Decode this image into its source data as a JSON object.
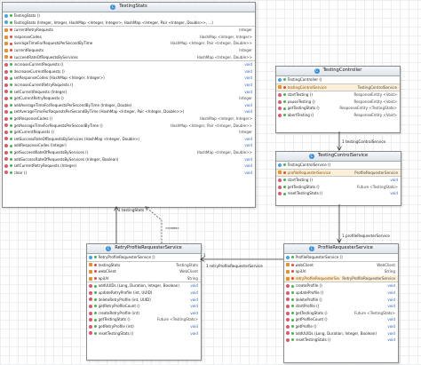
{
  "classes": {
    "testing_stats": {
      "title": "TestingStats",
      "fields": [
        {
          "name": "currentRetryRequests",
          "type": "Integer",
          "kind": "field",
          "vis": "priv"
        },
        {
          "name": "responseCodes",
          "type": "HashMap <Integer, Integer>",
          "kind": "field",
          "vis": "priv"
        },
        {
          "name": "averageTimeForRequestsPerSecondByTime",
          "type": "HashMap <Integer, Pair <Integer, Double>>",
          "kind": "field",
          "vis": "priv"
        },
        {
          "name": "currentRequests",
          "type": "Integer",
          "kind": "field",
          "vis": "priv"
        },
        {
          "name": "succeedRateOfRequestsByServices",
          "type": "HashMap <Integer, Double>>",
          "kind": "field",
          "vis": "priv"
        }
      ],
      "constructors": [
        {
          "name": "TestingStats ()",
          "type": "",
          "kind": "ctor",
          "vis": "pub"
        },
        {
          "name": "TestingStats (Integer, Integer, HashMap <Integer, Integer>, HashMap <Integer, Pair <Integer, Double>>, ...)",
          "type": "",
          "kind": "ctor",
          "vis": "pub"
        }
      ],
      "methods": [
        {
          "name": "increaseCurrentRequests ()",
          "type": "void"
        },
        {
          "name": "decreaseCurrentRequests ()",
          "type": "void"
        },
        {
          "name": "setResponseCodes (HashMap <Integer, Integer>)",
          "type": "void"
        },
        {
          "name": "increaseCurrentRetryRequests ()",
          "type": "void"
        },
        {
          "name": "setCurrentRequests (Integer)",
          "type": "void"
        },
        {
          "name": "getCurrentRetryRequests ()",
          "type": "Integer"
        },
        {
          "name": "addAverageTimeForRequestsPerSecondByTime (Integer, Double)",
          "type": "void"
        },
        {
          "name": "setAverageTimeForRequestsPerSecondByTime (HashMap <Integer, Pair <Integer, Double>>)",
          "type": "void"
        },
        {
          "name": "getResponseCodes ()",
          "type": "HashMap <Integer, Integer>"
        },
        {
          "name": "getAverageTimeForRequestsPerSecondByTime ()",
          "type": "HashMap <Integer, Pair <Integer, Double>>"
        },
        {
          "name": "getCurrentRequests ()",
          "type": "Integer"
        },
        {
          "name": "setSuccessRateOfRequestsByServices (HashMap <Integer, Double>)",
          "type": "void"
        },
        {
          "name": "addResponseCodes (Integer)",
          "type": "void"
        },
        {
          "name": "getSucceedRateOfRequestsByServices ()",
          "type": "HashMap <Integer, Double>>"
        },
        {
          "name": "addSuccessRateOfRequestsByServices (Integer, Boolean)",
          "type": "void"
        },
        {
          "name": "setCurrentRetryRequests (Integer)",
          "type": "void"
        },
        {
          "name": "clear ()",
          "type": "void"
        }
      ]
    },
    "testing_controller": {
      "title": "TestingController",
      "fields": [
        {
          "name": "testingControlService",
          "type": "TestingControlService",
          "kind": "field",
          "vis": "priv",
          "hl": true
        }
      ],
      "constructors": [
        {
          "name": "TestingController ()",
          "type": "",
          "kind": "ctor",
          "vis": "pub"
        }
      ],
      "methods": [
        {
          "name": "startTesting ()",
          "type": "ResponseEntity <Void>"
        },
        {
          "name": "pauseTesting ()",
          "type": "ResponseEntity <Void>"
        },
        {
          "name": "getTestingStats ()",
          "type": "ResponseEntity <TestingStats>"
        },
        {
          "name": "abortTesting ()",
          "type": "ResponseEntity <Void>"
        }
      ]
    },
    "testing_control_service": {
      "title": "TestingControlService",
      "fields": [
        {
          "name": "profileRequesterService",
          "type": "ProfileRequesterService",
          "kind": "field",
          "vis": "priv",
          "hl": true
        }
      ],
      "constructors": [
        {
          "name": "TestingControlService ()",
          "type": "",
          "kind": "ctor",
          "vis": "pub"
        }
      ],
      "methods": [
        {
          "name": "startTesting ()",
          "type": "void"
        },
        {
          "name": "getTestingStats ()",
          "type": "Future <TestingStats>"
        },
        {
          "name": "resetTestingStats ()",
          "type": "void"
        }
      ]
    },
    "retry_profile_requester_service": {
      "title": "RetryProfileRequesterService",
      "fields": [
        {
          "name": "testingStats",
          "type": "TestingStats",
          "kind": "field",
          "vis": "priv"
        },
        {
          "name": "webClient",
          "type": "WebClient",
          "kind": "field",
          "vis": "priv"
        },
        {
          "name": "apiUrl",
          "type": "String",
          "kind": "field",
          "vis": "priv"
        }
      ],
      "constructors": [
        {
          "name": "RetryProfileRequesterService ()",
          "type": "",
          "kind": "ctor",
          "vis": "pub"
        }
      ],
      "methods": [
        {
          "name": "addUUIDs (Long, Duration, Integer, Boolean)",
          "type": "void"
        },
        {
          "name": "updateRetryProfile (int, UUID)",
          "type": "void"
        },
        {
          "name": "deleteRetryProfile (int, UUID)",
          "type": "void"
        },
        {
          "name": "getRetryProfileCount ()",
          "type": "void"
        },
        {
          "name": "createRetryProfile (int)",
          "type": "void"
        },
        {
          "name": "getTestingStats ()",
          "type": "Future <TestingStats>"
        },
        {
          "name": "getRetryProfile (int)",
          "type": "void"
        },
        {
          "name": "resetTestingStats ()",
          "type": "void"
        }
      ]
    },
    "profile_requester_service": {
      "title": "ProfileRequesterService",
      "fields": [
        {
          "name": "webClient",
          "type": "WebClient",
          "kind": "field",
          "vis": "priv"
        },
        {
          "name": "apiUrl",
          "type": "String",
          "kind": "field",
          "vis": "priv"
        },
        {
          "name": "retryProfileRequesterService",
          "type": "RetryProfileRequesterService",
          "kind": "field",
          "vis": "priv",
          "hl": true
        }
      ],
      "constructors": [
        {
          "name": "ProfileRequesterService ()",
          "type": "",
          "kind": "ctor",
          "vis": "pub"
        }
      ],
      "methods": [
        {
          "name": "createProfile ()",
          "type": "void"
        },
        {
          "name": "updateProfile ()",
          "type": "void"
        },
        {
          "name": "deleteProfile ()",
          "type": "void"
        },
        {
          "name": "startProfile ()",
          "type": "void"
        },
        {
          "name": "getTestingStats ()",
          "type": "Future <TestingStats>"
        },
        {
          "name": "getProfileCount ()",
          "type": "void"
        },
        {
          "name": "getProfile ()",
          "type": "void"
        },
        {
          "name": "addUUIDs (Long, Duration, Integer, Boolean)",
          "type": "void"
        },
        {
          "name": "resetTestingStats ()",
          "type": "void"
        }
      ]
    }
  },
  "edges": {
    "testing_stats_label": "1 testingStats",
    "create_label": "«create»",
    "testing_control_service_label": "1 testingControlService",
    "profile_requester_service_label": "1 profileRequesterService",
    "retry_profile_requester_service_label": "1 retryProfileRequesterService",
    "multiplicity_one": "1"
  },
  "colors": {
    "header": "#dfe4ec",
    "highlight_row": "#fdf0d8",
    "class_icon": "#3b8fd6",
    "field_icon": "#e0923a",
    "method_icon": "#d65a70",
    "private": "#e04b3a",
    "public": "#4caf50",
    "edge": "#333333"
  }
}
